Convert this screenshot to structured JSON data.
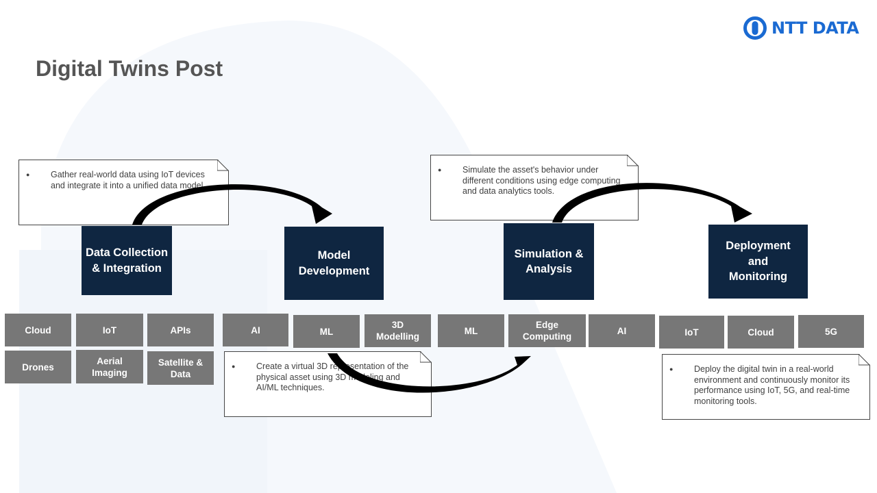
{
  "header": {
    "title": "Digital Twins Post",
    "logo_text": "NTT DATA",
    "logo_color": "#1a6ad2"
  },
  "colors": {
    "stage_fill": "#0f2641",
    "tech_fill": "#777777",
    "arrow": "#000000"
  },
  "notes": {
    "data_collection": "Gather real-world data using IoT devices and integrate it into a unified data model.",
    "model_development": "Create a virtual 3D representation of the physical asset using 3D modeling and AI/ML techniques.",
    "simulation": "Simulate the asset's behavior under different conditions using edge computing and data analytics tools.",
    "deployment": "Deploy the digital twin in a real-world environment and continuously monitor its performance using IoT, 5G, and real-time monitoring tools."
  },
  "stages": {
    "data_collection": "Data Collection & Integration",
    "model_development": "Model Development",
    "simulation": "Simulation & Analysis",
    "deployment": "Deployment and Monitoring"
  },
  "technologies": {
    "data_collection": [
      "Cloud",
      "IoT",
      "APIs",
      "Drones",
      "Aerial Imaging",
      "Satellite & Data"
    ],
    "model_development": [
      "AI",
      "ML",
      "3D Modelling"
    ],
    "simulation": [
      "ML",
      "Edge Computing",
      "AI"
    ],
    "deployment": [
      "IoT",
      "Cloud",
      "5G"
    ]
  }
}
